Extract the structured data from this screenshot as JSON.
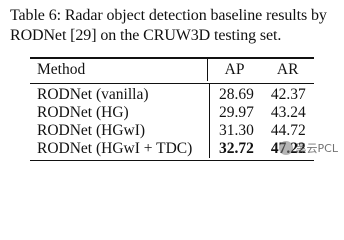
{
  "caption": {
    "line1": "Table 6: Radar object detection baseline results by",
    "line2": "RODNet [29] on the CRUW3D testing set."
  },
  "table": {
    "headers": {
      "method": "Method",
      "ap": "AP",
      "ar": "AR"
    },
    "rows": [
      {
        "method": "RODNet (vanilla)",
        "ap": "28.69",
        "ar": "42.37"
      },
      {
        "method": "RODNet (HG)",
        "ap": "29.97",
        "ar": "43.24"
      },
      {
        "method": "RODNet (HGwI)",
        "ap": "31.30",
        "ar": "44.72"
      },
      {
        "method": "RODNet (HGwI + TDC)",
        "ap": "32.72",
        "ar": "47.22"
      }
    ]
  },
  "watermark": {
    "text": "黑云PCL",
    "icon": "watermark-logo-icon"
  }
}
